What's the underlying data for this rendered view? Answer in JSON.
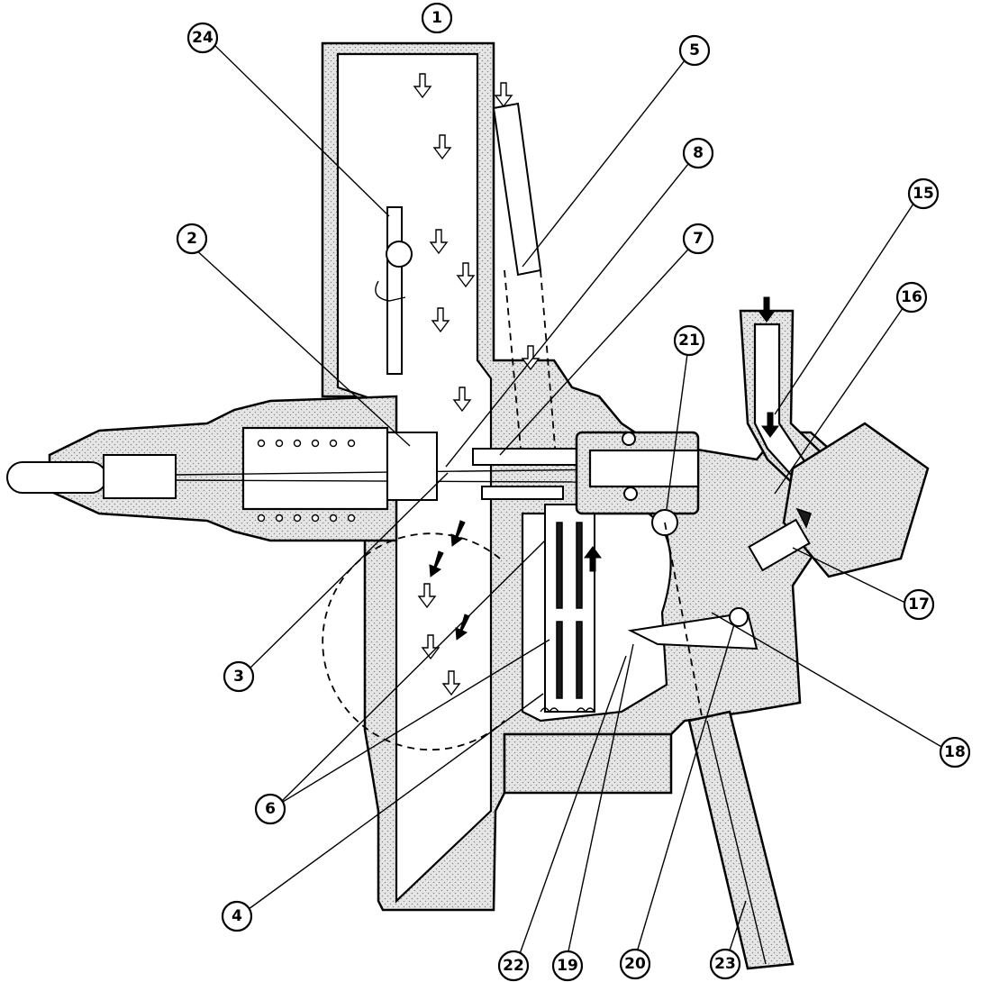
{
  "diagram": {
    "callouts": [
      "1",
      "2",
      "3",
      "4",
      "5",
      "6",
      "7",
      "8",
      "15",
      "16",
      "17",
      "18",
      "19",
      "20",
      "21",
      "22",
      "23",
      "24"
    ]
  }
}
